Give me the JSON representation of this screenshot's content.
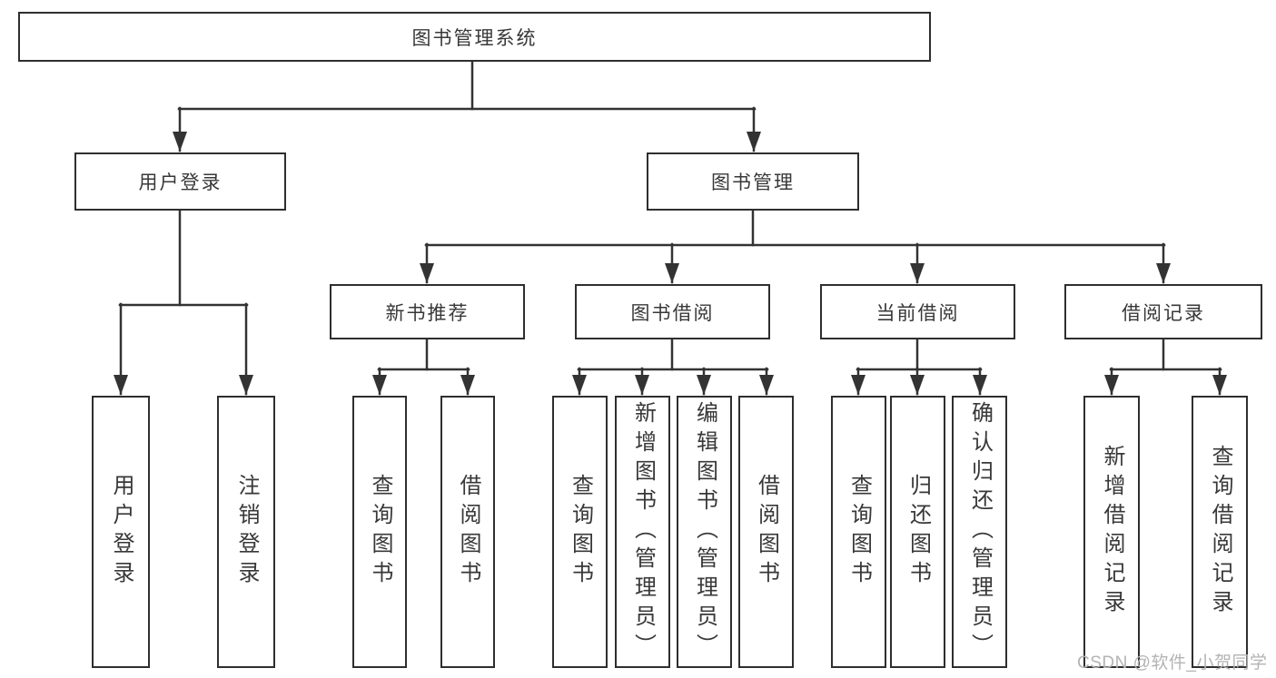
{
  "diagram": {
    "root": {
      "label": "图书管理系统"
    },
    "branches": [
      {
        "label": "用户登录",
        "children": [
          {
            "label": "用户登录"
          },
          {
            "label": "注销登录"
          }
        ]
      },
      {
        "label": "图书管理",
        "children": [
          {
            "label": "新书推荐",
            "children": [
              {
                "label": "查询图书"
              },
              {
                "label": "借阅图书"
              }
            ]
          },
          {
            "label": "图书借阅",
            "children": [
              {
                "label": "查询图书"
              },
              {
                "label": "新增图书（管理员）"
              },
              {
                "label": "编辑图书（管理员）"
              },
              {
                "label": "借阅图书"
              }
            ]
          },
          {
            "label": "当前借阅",
            "children": [
              {
                "label": "查询图书"
              },
              {
                "label": "归还图书"
              },
              {
                "label": "确认归还（管理员）"
              }
            ]
          },
          {
            "label": "借阅记录",
            "children": [
              {
                "label": "新增借阅记录"
              },
              {
                "label": "查询借阅记录"
              }
            ]
          }
        ]
      }
    ]
  },
  "watermark": {
    "text": "CSDN @软件_小贺同学"
  },
  "colors": {
    "background": "#ffffff",
    "line": "#333333",
    "box_border": "#2e2e2e",
    "text": "#383838",
    "watermark": "#b3b3b3"
  }
}
